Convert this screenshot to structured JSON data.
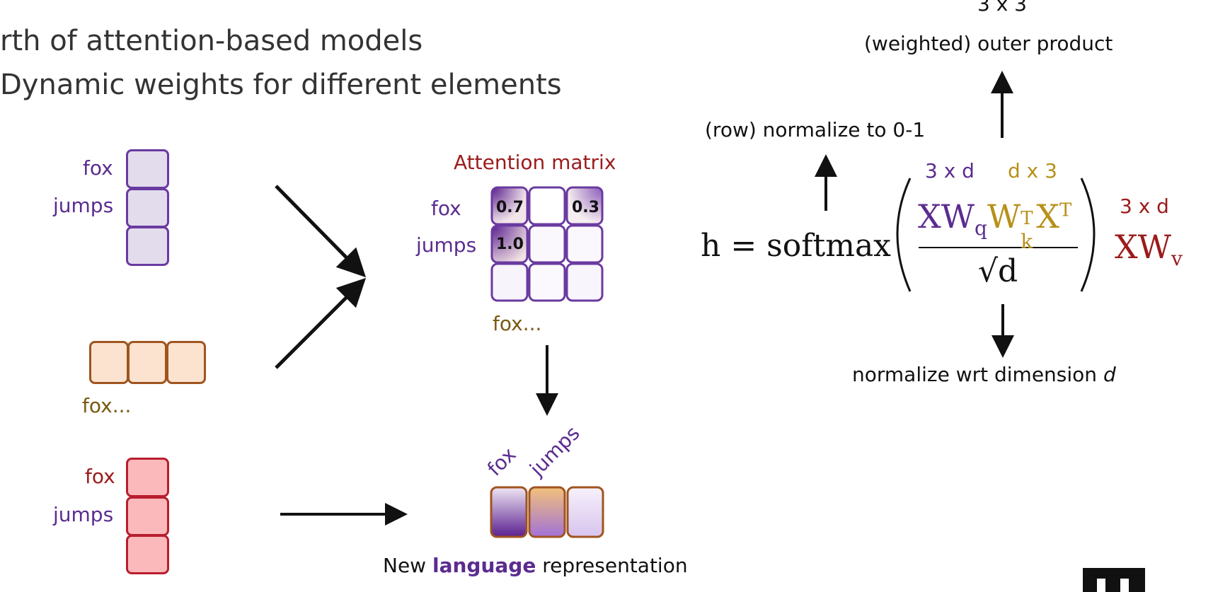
{
  "slide": {
    "title_line1": "rth of attention-based models",
    "title_line2": "Dynamic weights for different elements"
  },
  "left": {
    "q_labels": [
      "fox",
      "jumps"
    ],
    "k_label": "fox...",
    "v_labels": [
      "fox",
      "jumps"
    ]
  },
  "attention": {
    "title": "Attention matrix",
    "row_labels": [
      "fox",
      "jumps"
    ],
    "col_label": "fox...",
    "values": [
      "0.7",
      "0.3",
      "1.0"
    ]
  },
  "output": {
    "col_labels": [
      "fox",
      "jumps"
    ],
    "caption_prefix": "New ",
    "caption_bold": "language",
    "caption_suffix": " representation"
  },
  "formula": {
    "top_dims": "3 x 3",
    "top_caption": "(weighted) outer product",
    "left_caption": "(row) normalize to 0-1",
    "q_dims": "3 x d",
    "k_dims": "d x 3",
    "v_dims": "3 x d",
    "lhs": "h = softmax",
    "q_term": "XW",
    "q_sub": "q",
    "k_term": "W",
    "k_sub": "k",
    "k_sup": "T",
    "xt_term": "X",
    "xt_sup": "T",
    "denominator": "√d",
    "v_term": "XW",
    "v_sub": "v",
    "bottom_caption_prefix": "normalize wrt dimension ",
    "bottom_caption_var": "d"
  }
}
